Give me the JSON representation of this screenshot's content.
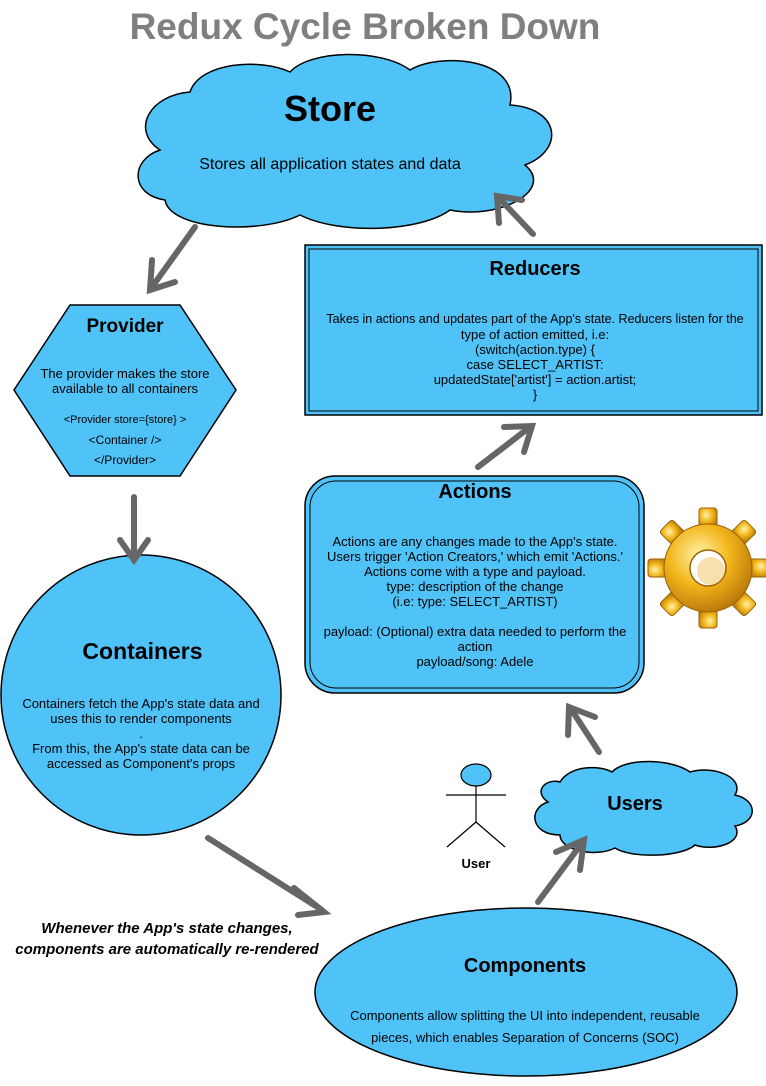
{
  "title": "Redux Cycle Broken Down",
  "store": {
    "heading": "Store",
    "desc": "Stores all application states and data"
  },
  "reducers": {
    "heading": "Reducers",
    "lines": [
      "Takes in actions and updates part of the App's state. Reducers listen for the",
      "type of action emitted, i.e:",
      "(switch(action.type) {",
      "case SELECT_ARTIST:",
      "updatedState['artist'] = action.artist;",
      "}"
    ]
  },
  "provider": {
    "heading": "Provider",
    "lines": [
      "The provider makes the store",
      "available to all containers"
    ],
    "code": [
      "<Provider store={store} >",
      "<Container />",
      "</Provider>"
    ]
  },
  "actions": {
    "heading": "Actions",
    "lines": [
      "Actions are any changes made to the App's state.",
      "Users trigger 'Action Creators,' which emit 'Actions.'",
      "Actions come with a type and payload.",
      "type: description of the change",
      "(i.e: type: SELECT_ARTIST)",
      "",
      "payload: (Optional) extra data needed to perform the",
      "action",
      "payload/song: Adele"
    ]
  },
  "containers": {
    "heading": "Containers",
    "lines": [
      "Containers fetch the App's state data and",
      "uses this to render components",
      ".",
      "From this, the App's state data can be",
      "accessed as Component's props"
    ]
  },
  "users": {
    "heading": "Users"
  },
  "user_figure": {
    "label": "User"
  },
  "note": {
    "lines": [
      "Whenever the App's state changes,",
      "components are automatically re-rendered"
    ]
  },
  "components": {
    "heading": "Components",
    "lines": [
      "Components allow splitting the UI into independent, reusable",
      "pieces, which enables Separation of Concerns (SOC)"
    ]
  },
  "colors": {
    "shape_fill": "#4fc3f7",
    "stroke": "#000000",
    "arrow": "#666666",
    "title": "#7f7f7f",
    "gear": "#f2b51a"
  },
  "icons": [
    "gear-icon",
    "user-stick-figure-icon"
  ]
}
